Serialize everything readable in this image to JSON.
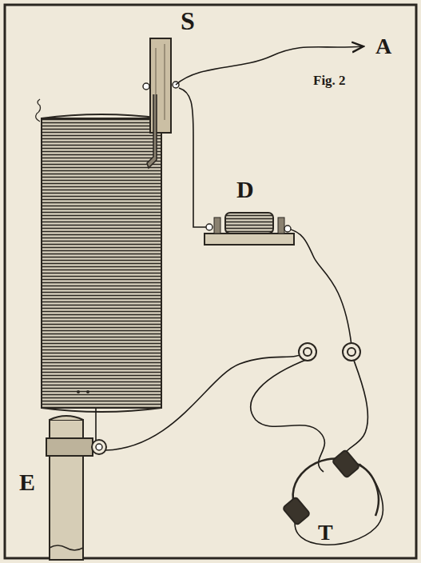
{
  "diagram": {
    "labels": [
      "S",
      "A",
      "Fig. 2",
      "D",
      "E",
      "T"
    ]
  }
}
